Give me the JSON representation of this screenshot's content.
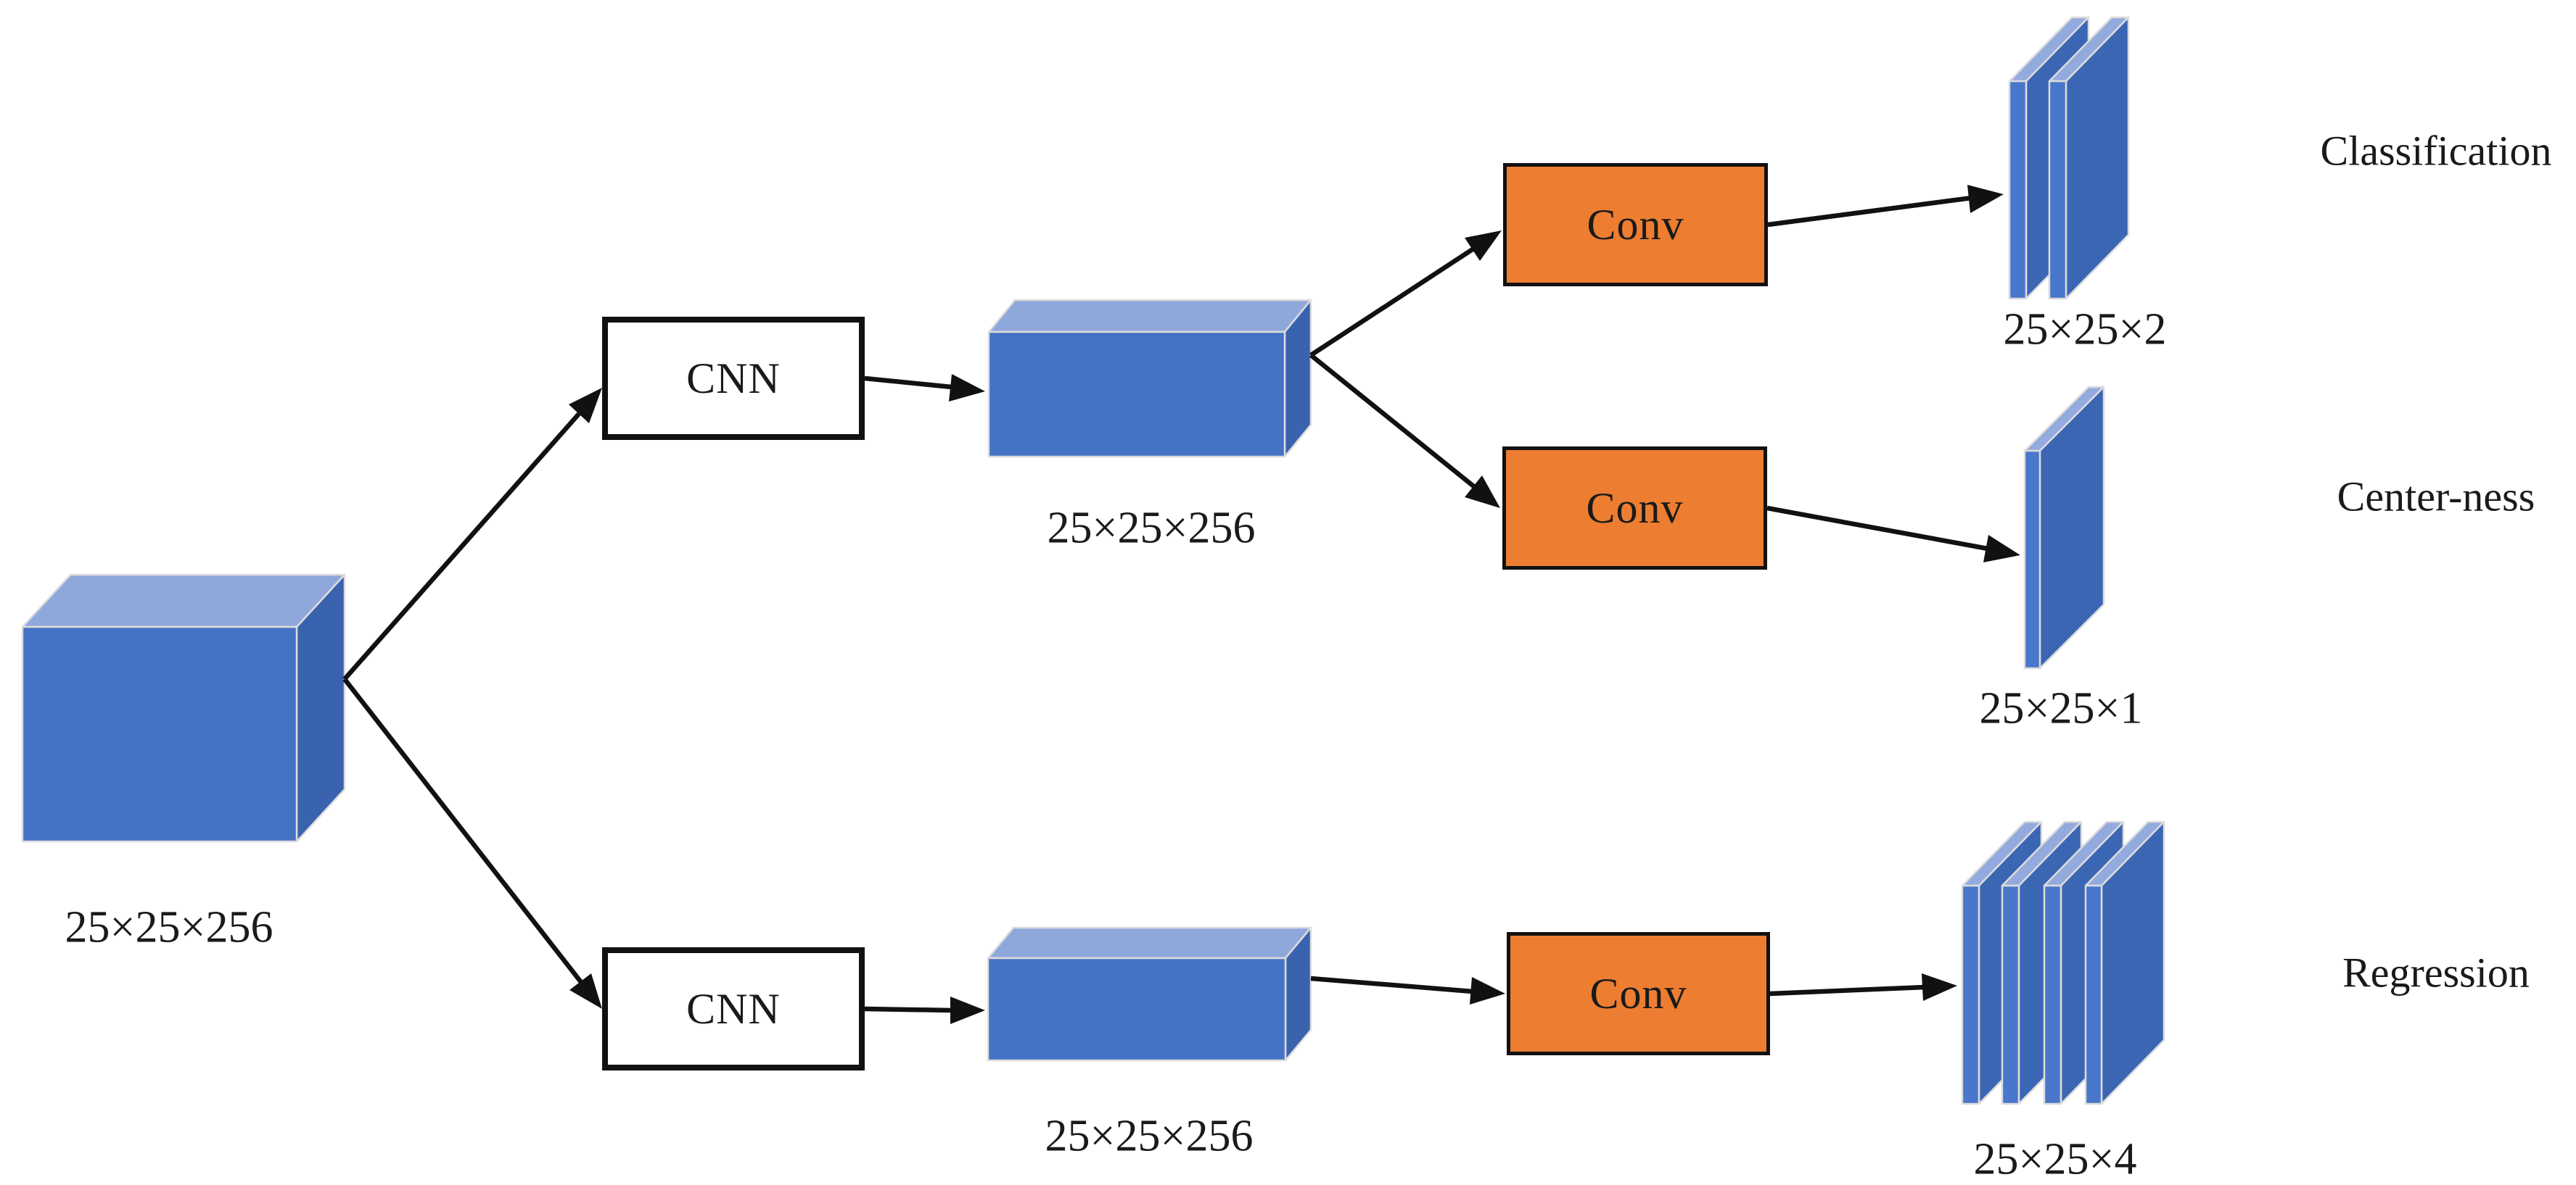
{
  "diagram": {
    "input": {
      "dims": "25×25×256"
    },
    "branches": {
      "top": {
        "cnn_label": "CNN",
        "feature_dims": "25×25×256",
        "heads": [
          {
            "conv_label": "Conv",
            "output_dims": "25×25×2",
            "name": "Classification"
          },
          {
            "conv_label": "Conv",
            "output_dims": "25×25×1",
            "name": "Center-ness"
          }
        ]
      },
      "bottom": {
        "cnn_label": "CNN",
        "feature_dims": "25×25×256",
        "heads": [
          {
            "conv_label": "Conv",
            "output_dims": "25×25×4",
            "name": "Regression"
          }
        ]
      }
    },
    "colors": {
      "cube_front": "#4472C4",
      "cube_top": "#8FA8DC",
      "cube_side": "#3A63AF",
      "slab_front": "#4877CB",
      "slab_top": "#93AADE",
      "slab_side": "#3A66B4",
      "conv_fill": "#ED7D31",
      "box_border": "#111111",
      "arrow": "#111111",
      "edge": "#DCDCDC",
      "text": "#1A1A1A"
    }
  }
}
